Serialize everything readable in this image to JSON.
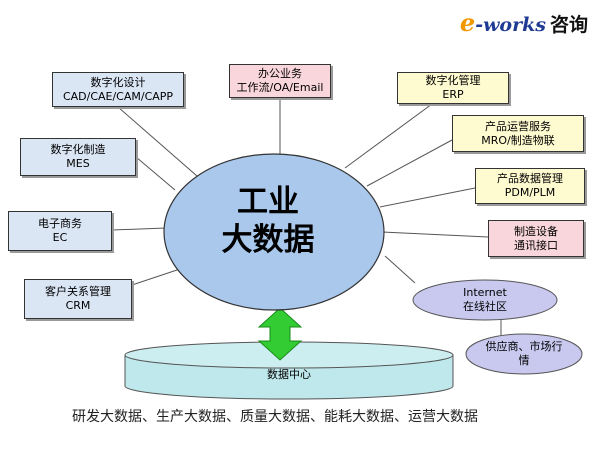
{
  "logo": {
    "prefix": "e",
    "text": "-works",
    "chinese": "咨询"
  },
  "center": {
    "line1": "工业",
    "line2": "大数据"
  },
  "boxes": {
    "digital_design": {
      "line1": "数字化设计",
      "line2": "CAD/CAE/CAM/CAPP"
    },
    "office": {
      "line1": "办公业务",
      "line2": "工作流/OA/Email"
    },
    "digital_management": {
      "line1": "数字化管理",
      "line2": "ERP"
    },
    "product_ops": {
      "line1": "产品运营服务",
      "line2": "MRO/制造物联"
    },
    "product_data": {
      "line1": "产品数据管理",
      "line2": "PDM/PLM"
    },
    "equipment": {
      "line1": "制造设备",
      "line2": "通讯接口"
    },
    "digital_mfg": {
      "line1": "数字化制造",
      "line2": "MES"
    },
    "ecommerce": {
      "line1": "电子商务",
      "line2": "EC"
    },
    "crm": {
      "line1": "客户关系管理",
      "line2": "CRM"
    }
  },
  "internet": {
    "line1": "Internet",
    "line2": "在线社区"
  },
  "supplier": {
    "line1": "供应商、市场行",
    "line2": "情"
  },
  "data_center": "数据中心",
  "footer": "研发大数据、生产大数据、质量大数据、能耗大数据、运营大数据",
  "colors": {
    "ellipse_fill": "#a9c8ec",
    "box_blue": "#dbe6f5",
    "box_pink": "#f9d6dc",
    "box_yellow": "#fffbd0",
    "arrow": "#33cc33",
    "cylinder_fill": "#bfe8ec"
  }
}
